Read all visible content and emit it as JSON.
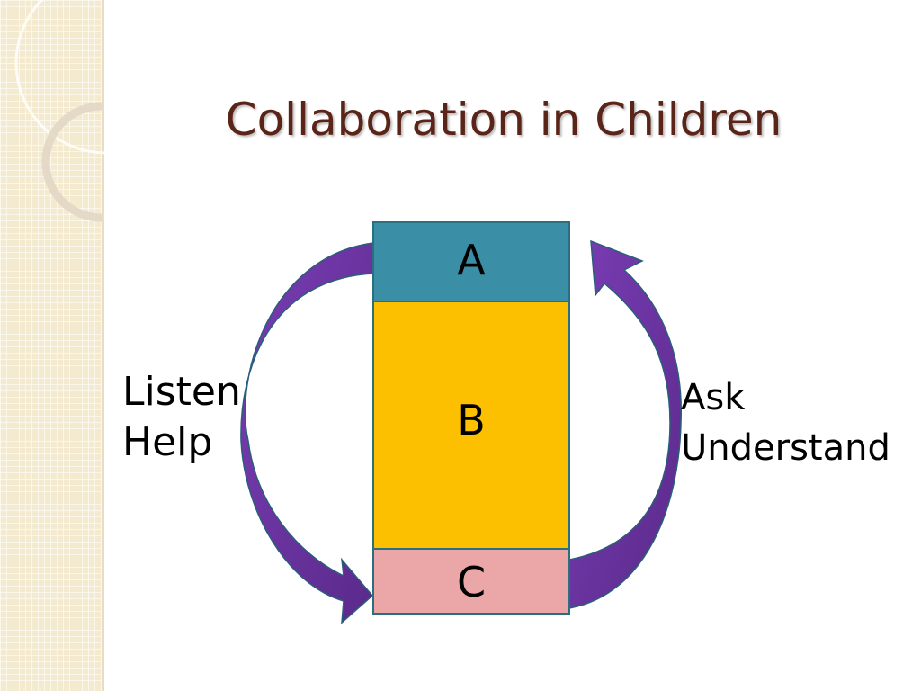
{
  "slide": {
    "title": "Collaboration in Children"
  },
  "diagram": {
    "boxes": [
      {
        "id": "a",
        "label": "A",
        "color": "#3a8fa6"
      },
      {
        "id": "b",
        "label": "B",
        "color": "#fdc000"
      },
      {
        "id": "c",
        "label": "C",
        "color": "#eba7a7"
      }
    ],
    "left_labels": [
      "Listen",
      "Help"
    ],
    "right_labels": [
      "Ask",
      "Understand"
    ],
    "arrow_color": "#6a2fa0"
  }
}
